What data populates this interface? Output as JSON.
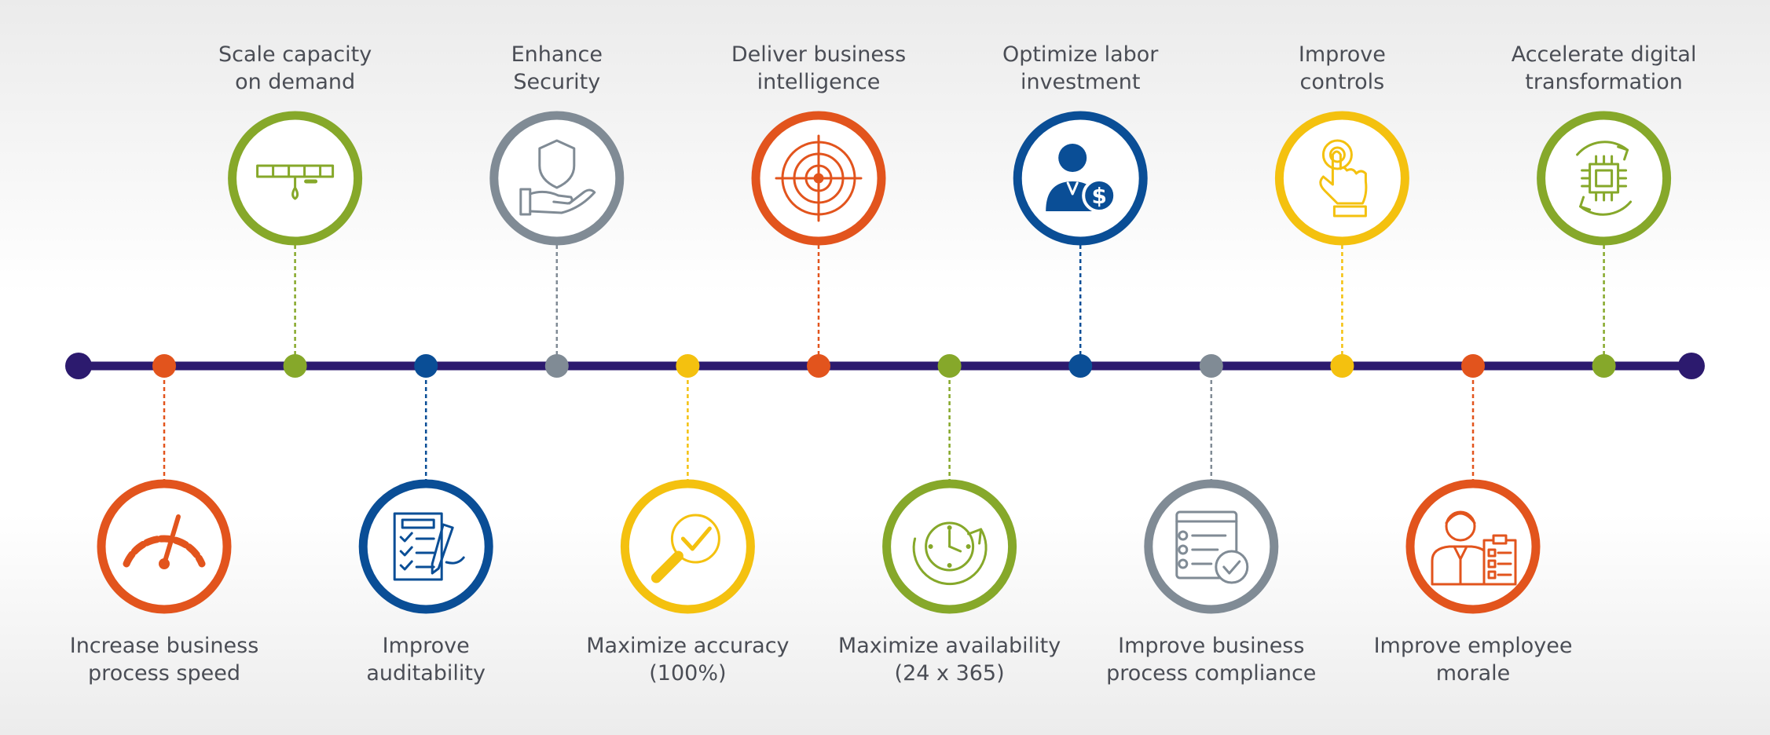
{
  "colors": {
    "navy": "#2c1a6e",
    "orange": "#e2541d",
    "green": "#86a82a",
    "blue": "#0a4e96",
    "gray": "#808b95",
    "yellow": "#f4c10f",
    "text": "#4a4d55"
  },
  "nodes": [
    {
      "label": "Increase business\nprocess speed",
      "position": "below",
      "color": "orange",
      "icon": "speedometer-icon"
    },
    {
      "label": "Scale capacity\non demand",
      "position": "above",
      "color": "green",
      "icon": "scale-bar-icon"
    },
    {
      "label": "Improve\nauditability",
      "position": "below",
      "color": "blue",
      "icon": "checklist-pen-icon"
    },
    {
      "label": "Enhance\nSecurity",
      "position": "above",
      "color": "gray",
      "icon": "shield-hand-icon"
    },
    {
      "label": "Maximize accuracy\n(100%)",
      "position": "below",
      "color": "yellow",
      "icon": "magnifier-check-icon"
    },
    {
      "label": "Deliver business\nintelligence",
      "position": "above",
      "color": "orange",
      "icon": "target-icon"
    },
    {
      "label": "Maximize availability\n(24 x 365)",
      "position": "below",
      "color": "green",
      "icon": "clock-cycle-icon"
    },
    {
      "label": "Optimize labor\ninvestment",
      "position": "above",
      "color": "blue",
      "icon": "businessman-dollar-icon"
    },
    {
      "label": "Improve business\nprocess compliance",
      "position": "below",
      "color": "gray",
      "icon": "compliance-document-icon"
    },
    {
      "label": "Improve\ncontrols",
      "position": "above",
      "color": "yellow",
      "icon": "touch-finger-icon"
    },
    {
      "label": "Improve employee\nmorale",
      "position": "below",
      "color": "orange",
      "icon": "employee-clipboard-icon"
    },
    {
      "label": "Accelerate digital\ntransformation",
      "position": "above",
      "color": "green",
      "icon": "chip-cycle-icon"
    }
  ]
}
